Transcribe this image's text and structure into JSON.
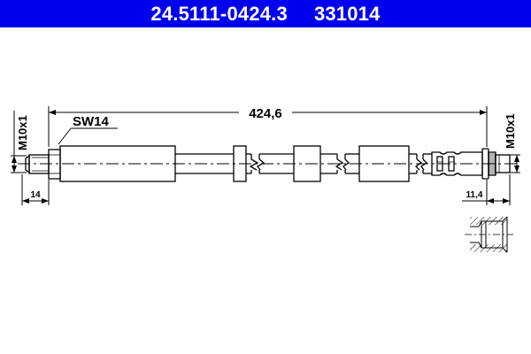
{
  "header": {
    "part_number": "24.5111-0424.3",
    "reference_number": "331014",
    "background_color": "#0000ee",
    "text_color": "#ffffff"
  },
  "drawing": {
    "overall_length_label": "424,6",
    "wrench_size_label": "SW14",
    "left_thread_label": "M10x1",
    "right_thread_label": "M10x1",
    "left_thread_length_label": "14",
    "right_thread_length_label": "11,4",
    "line_color": "#000000"
  }
}
